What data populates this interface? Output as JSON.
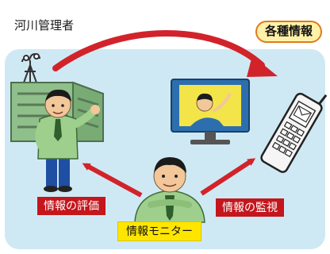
{
  "labels": {
    "river_manager": "河川管理者",
    "various_info": "各種情報",
    "info_evaluation": "情報の評価",
    "info_monitoring": "情報の監視",
    "info_monitor": "情報モニター"
  },
  "colors": {
    "background": "#ffffff",
    "panel": "#cfe9f4",
    "arrow_red": "#d2232a",
    "tag_red": "#c4161c",
    "tag_yellow": "#ffe600",
    "pill_fill": "#fff2a8",
    "pill_border": "#e07a1f",
    "building": "#8fbf8a",
    "shirt_green": "#9fcf8c"
  },
  "icons": [
    "antenna-icon",
    "tv-icon",
    "mobile-phone-icon",
    "mail-icon"
  ]
}
